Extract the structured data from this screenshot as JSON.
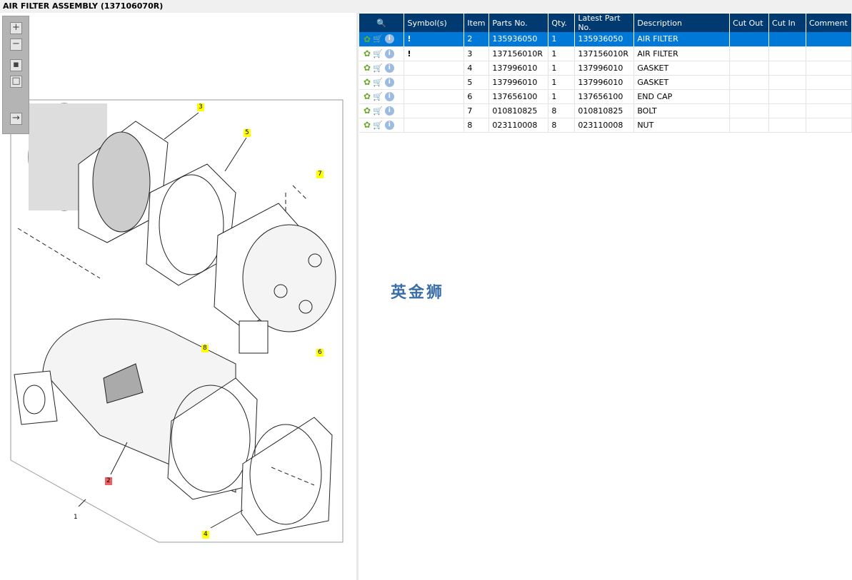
{
  "title": "AIR FILTER ASSEMBLY (137106070R)",
  "toolbar": [
    "zoom-in",
    "zoom-out",
    "fit-all",
    "fit-window",
    "toggle-panel"
  ],
  "callouts": {
    "c1": "1",
    "c2": "2",
    "c3": "3",
    "c4": "4",
    "c5": "5",
    "c6": "6",
    "c7": "7",
    "c8": "8"
  },
  "table": {
    "headers": [
      "",
      "Symbol(s)",
      "Item",
      "Parts No.",
      "Qty.",
      "Latest Part No.",
      "Description",
      "Cut Out",
      "Cut In",
      "Comment"
    ],
    "rows": [
      {
        "symbol": "!",
        "item": "2",
        "part": "135936050",
        "qty": "1",
        "latest": "135936050",
        "desc": "AIR FILTER",
        "selected": true
      },
      {
        "symbol": "!",
        "item": "3",
        "part": "137156010R",
        "qty": "1",
        "latest": "137156010R",
        "desc": "AIR FILTER"
      },
      {
        "symbol": "",
        "item": "4",
        "part": "137996010",
        "qty": "1",
        "latest": "137996010",
        "desc": "GASKET"
      },
      {
        "symbol": "",
        "item": "5",
        "part": "137996010",
        "qty": "1",
        "latest": "137996010",
        "desc": "GASKET"
      },
      {
        "symbol": "",
        "item": "6",
        "part": "137656100",
        "qty": "1",
        "latest": "137656100",
        "desc": "END CAP"
      },
      {
        "symbol": "",
        "item": "7",
        "part": "010810825",
        "qty": "8",
        "latest": "010810825",
        "desc": "BOLT"
      },
      {
        "symbol": "",
        "item": "8",
        "part": "023110008",
        "qty": "8",
        "latest": "023110008",
        "desc": "NUT"
      }
    ]
  },
  "watermark": "英金狮"
}
